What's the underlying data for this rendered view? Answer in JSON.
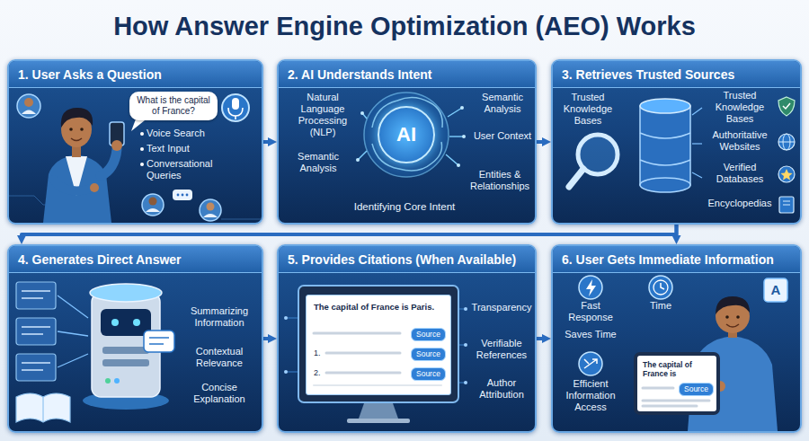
{
  "diagram": {
    "title": "How Answer Engine Optimization (AEO) Works",
    "nodes": [
      {
        "text": [
          "1. User Asks a Question"
        ]
      },
      {
        "text": [
          "What is the capital of France?"
        ],
        "in": 0
      },
      {
        "text": [
          "2. AI Understands Intent"
        ]
      },
      {
        "text": [
          "AI"
        ],
        "in": 2
      },
      {
        "text": [
          "3. Retrieves Trusted Sources"
        ]
      },
      {
        "text": [
          "4. Generates Direct Answer"
        ]
      },
      {
        "text": [
          "5. Provides Citations (When Available)"
        ]
      },
      {
        "text": [
          "The capital of France is Paris."
        ],
        "in": 6
      },
      {
        "text": [
          "Source"
        ],
        "in": 7
      },
      {
        "text": [
          "Source"
        ],
        "in": 7
      },
      {
        "text": [
          "Source"
        ],
        "in": 7
      },
      {
        "text": [
          "6. User Gets Immediate Information"
        ]
      },
      {
        "text": [
          "The capital of France is"
        ],
        "in": 11
      },
      {
        "text": [
          "Source"
        ],
        "in": 12
      }
    ],
    "edges": [
      {
        "from": 0,
        "to": 2,
        "arrow": "to"
      },
      {
        "from": 2,
        "to": 4,
        "arrow": "to"
      },
      {
        "from": 4,
        "to": 5,
        "arrow": "to"
      },
      {
        "from": 4,
        "to": 11,
        "arrow": "to"
      },
      {
        "from": 5,
        "to": 6,
        "arrow": "to"
      },
      {
        "from": 6,
        "to": 11,
        "arrow": "to"
      }
    ],
    "labels": [
      "Voice Search",
      "Text Input",
      "Conversational Queries",
      "Natural Language Processing (NLP)",
      "Semantic Analysis",
      "User Context",
      "Semantic Analysis",
      "Entities & Relationships",
      "Identifying Core Intent",
      "Trusted Knowledge Bases",
      "Trusted Knowledge Bases",
      "Authoritative Websites",
      "Verified Databases",
      "Encyclopedias",
      "Summarizing Information",
      "Contextual Relevance",
      "Concise Explanation",
      "1.",
      "2.",
      "Transparency",
      "Verifiable References",
      "Author Attribution",
      "Fast Response",
      "Time",
      "Saves Time",
      "Efficient Information Access",
      "A"
    ]
  }
}
